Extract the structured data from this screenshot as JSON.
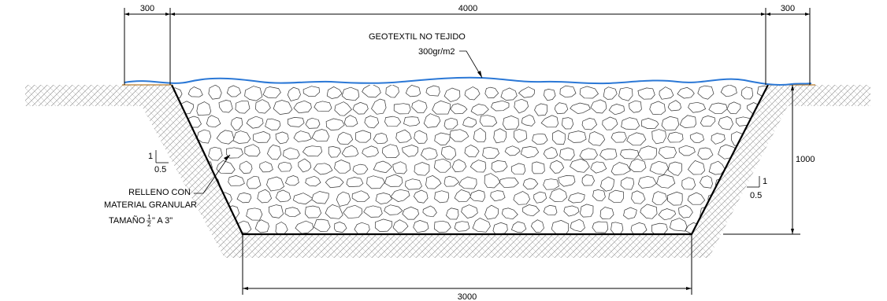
{
  "colors": {
    "geotextile": "#2b78d6",
    "ground_line": "#b87a2a",
    "hatch": "#9a9a9a",
    "lines": "#000000"
  },
  "dimensions": {
    "left_width": "300",
    "top_width": "4000",
    "right_width": "300",
    "depth": "1000",
    "bottom_width": "3000"
  },
  "labels": {
    "geotextile_line1": "GEOTEXTIL NO TEJIDO",
    "geotextile_line2": "300gr/m2",
    "fill_line1": "RELLENO CON",
    "fill_line2": "MATERIAL GRANULAR",
    "fill_line3_prefix": "TAMAÑO",
    "fill_line3_num": "1",
    "fill_line3_den": "2",
    "fill_line3_suffix": "\" A 3\""
  },
  "slopes": {
    "left_rise": "1",
    "left_run": "0.5",
    "right_rise": "1",
    "right_run": "0.5"
  }
}
